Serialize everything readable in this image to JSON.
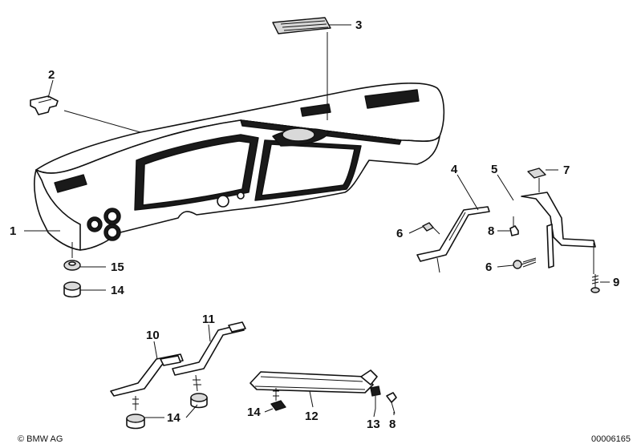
{
  "callouts": [
    {
      "id": "c1",
      "label": "1"
    },
    {
      "id": "c2",
      "label": "2"
    },
    {
      "id": "c3",
      "label": "3"
    },
    {
      "id": "c4",
      "label": "4"
    },
    {
      "id": "c5",
      "label": "5"
    },
    {
      "id": "c6a",
      "label": "6"
    },
    {
      "id": "c6b",
      "label": "6"
    },
    {
      "id": "c7",
      "label": "7"
    },
    {
      "id": "c8a",
      "label": "8"
    },
    {
      "id": "c8b",
      "label": "8"
    },
    {
      "id": "c9",
      "label": "9"
    },
    {
      "id": "c10",
      "label": "10"
    },
    {
      "id": "c11",
      "label": "11"
    },
    {
      "id": "c12",
      "label": "12"
    },
    {
      "id": "c13",
      "label": "13"
    },
    {
      "id": "c14a",
      "label": "14"
    },
    {
      "id": "c14b",
      "label": "14"
    },
    {
      "id": "c14c",
      "label": "14"
    },
    {
      "id": "c15",
      "label": "15"
    }
  ],
  "footer": {
    "copyright": "© BMW AG",
    "diagram_number": "00006165"
  }
}
